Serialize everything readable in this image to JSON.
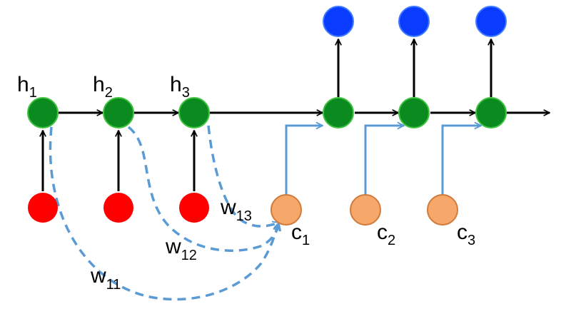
{
  "diagram": {
    "colors": {
      "background": "#ffffff",
      "encoder_input_node": "#ff0000",
      "hidden_state_node": "#0a8a1f",
      "hidden_state_node_border": "#3fc23f",
      "context_node": "#f6a76a",
      "context_node_border": "#d07b3c",
      "output_node": "#0a3cff",
      "output_node_border": "#3f7bff",
      "arrow": "#000000",
      "context_arrow": "#5b9bd5",
      "attention_weight_dashed": "#5b9bd5"
    },
    "hidden_labels": [
      {
        "main": "h",
        "sub": "1"
      },
      {
        "main": "h",
        "sub": "2"
      },
      {
        "main": "h",
        "sub": "3"
      }
    ],
    "context_labels": [
      {
        "main": "c",
        "sub": "1"
      },
      {
        "main": "c",
        "sub": "2"
      },
      {
        "main": "c",
        "sub": "3"
      }
    ],
    "weight_labels": [
      {
        "main": "w",
        "sub": "11"
      },
      {
        "main": "w",
        "sub": "12"
      },
      {
        "main": "w",
        "sub": "13"
      }
    ]
  }
}
